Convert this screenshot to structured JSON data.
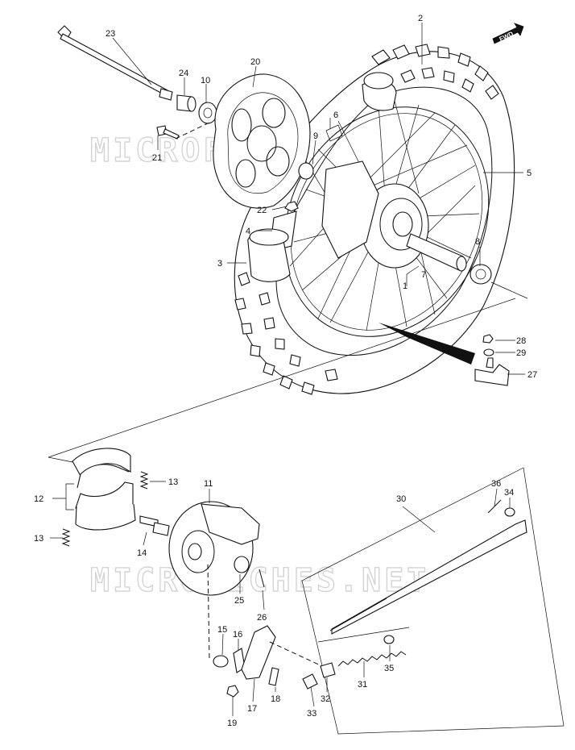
{
  "watermark": "MICROFICHES.NET",
  "fwd_label": "FWD",
  "callouts": [
    {
      "id": "2",
      "label": "2"
    },
    {
      "id": "23",
      "label": "23"
    },
    {
      "id": "20",
      "label": "20"
    },
    {
      "id": "24",
      "label": "24"
    },
    {
      "id": "10",
      "label": "10"
    },
    {
      "id": "21",
      "label": "21"
    },
    {
      "id": "6",
      "label": "6"
    },
    {
      "id": "9",
      "label": "9"
    },
    {
      "id": "5",
      "label": "5"
    },
    {
      "id": "22",
      "label": "22"
    },
    {
      "id": "4",
      "label": "4"
    },
    {
      "id": "3",
      "label": "3"
    },
    {
      "id": "8",
      "label": "8"
    },
    {
      "id": "7",
      "label": "7"
    },
    {
      "id": "1",
      "label": "1"
    },
    {
      "id": "28",
      "label": "28"
    },
    {
      "id": "29",
      "label": "29"
    },
    {
      "id": "27",
      "label": "27"
    },
    {
      "id": "12",
      "label": "12"
    },
    {
      "id": "13a",
      "label": "13"
    },
    {
      "id": "13b",
      "label": "13"
    },
    {
      "id": "11",
      "label": "11"
    },
    {
      "id": "14",
      "label": "14"
    },
    {
      "id": "25",
      "label": "25"
    },
    {
      "id": "26",
      "label": "26"
    },
    {
      "id": "30",
      "label": "30"
    },
    {
      "id": "36",
      "label": "36"
    },
    {
      "id": "34",
      "label": "34"
    },
    {
      "id": "15",
      "label": "15"
    },
    {
      "id": "16",
      "label": "16"
    },
    {
      "id": "18",
      "label": "18"
    },
    {
      "id": "17",
      "label": "17"
    },
    {
      "id": "19",
      "label": "19"
    },
    {
      "id": "31",
      "label": "31"
    },
    {
      "id": "35",
      "label": "35"
    },
    {
      "id": "32",
      "label": "32"
    },
    {
      "id": "33",
      "label": "33"
    }
  ]
}
